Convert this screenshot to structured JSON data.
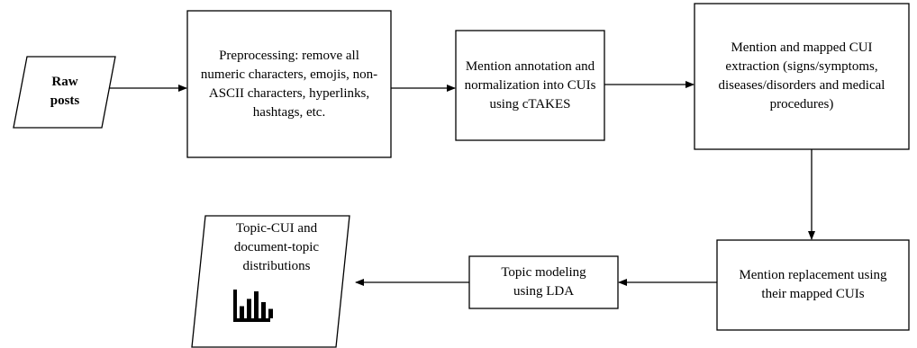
{
  "nodes": {
    "raw_posts": {
      "line1": "Raw",
      "line2": "posts"
    },
    "preprocessing": {
      "text": "Preprocessing: remove all numeric characters, emojis, non-ASCII characters, hyperlinks, hashtags, etc."
    },
    "mention_annotation": {
      "text": "Mention annotation and normalization into CUIs using cTAKES"
    },
    "cui_extraction": {
      "text": "Mention and mapped CUI extraction (signs/symptoms, diseases/disorders and medical procedures)"
    },
    "mention_replacement": {
      "text": "Mention replacement using their mapped CUIs"
    },
    "topic_modeling": {
      "text": "Topic modeling using LDA"
    },
    "distributions": {
      "text": "Topic-CUI and document-topic distributions",
      "icon": "bar-chart-icon"
    }
  },
  "chart_icon": {
    "bar_levels": [
      0.45,
      0.72,
      1.0,
      0.6,
      0.35
    ]
  }
}
